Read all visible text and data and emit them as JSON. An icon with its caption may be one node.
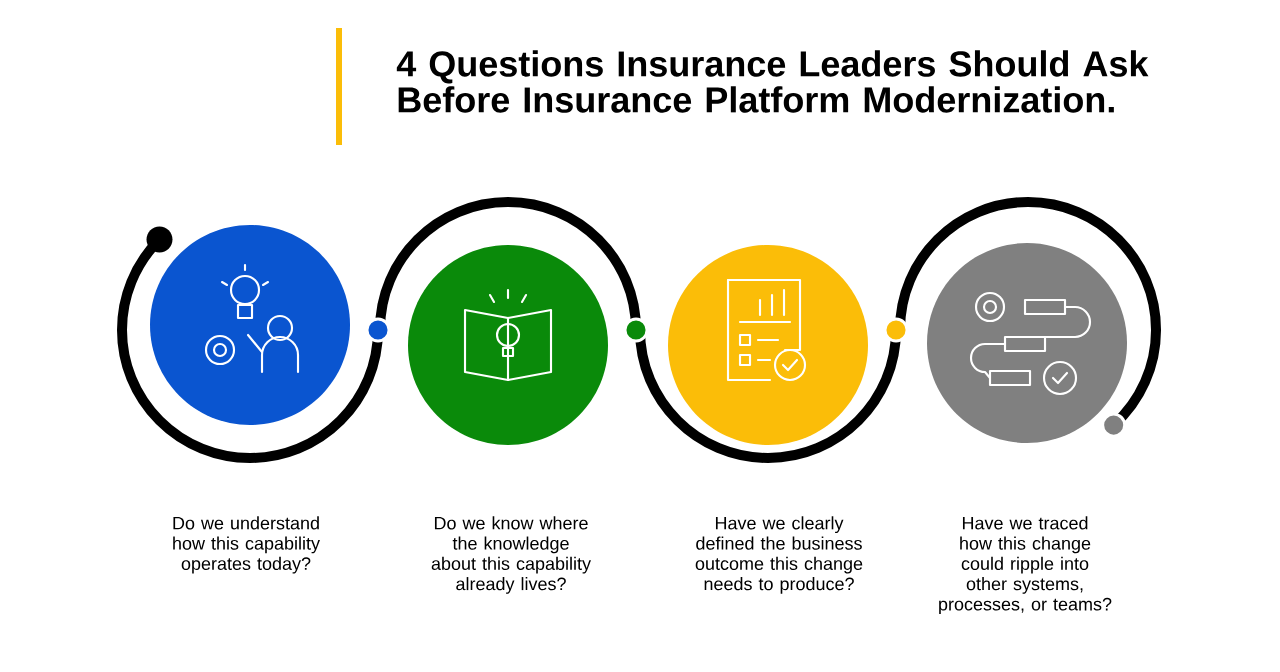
{
  "diagram": {
    "title": "4 Questions Insurance Leaders Should Ask Before Insurance Platform Modernization.",
    "nodes": [
      {
        "text": [],
        "shape": "circle"
      },
      {
        "text": [],
        "shape": "circle"
      },
      {
        "text": [],
        "shape": "circle"
      },
      {
        "text": [],
        "shape": "circle"
      }
    ],
    "labels": [
      "Do we understand how this capability operates today?",
      "Do we know where the knowledge about this capability already lives?",
      "Have we clearly defined the business outcome this change needs to produce?",
      "Have we traced how this change could ripple into other systems, processes, or teams?"
    ]
  }
}
